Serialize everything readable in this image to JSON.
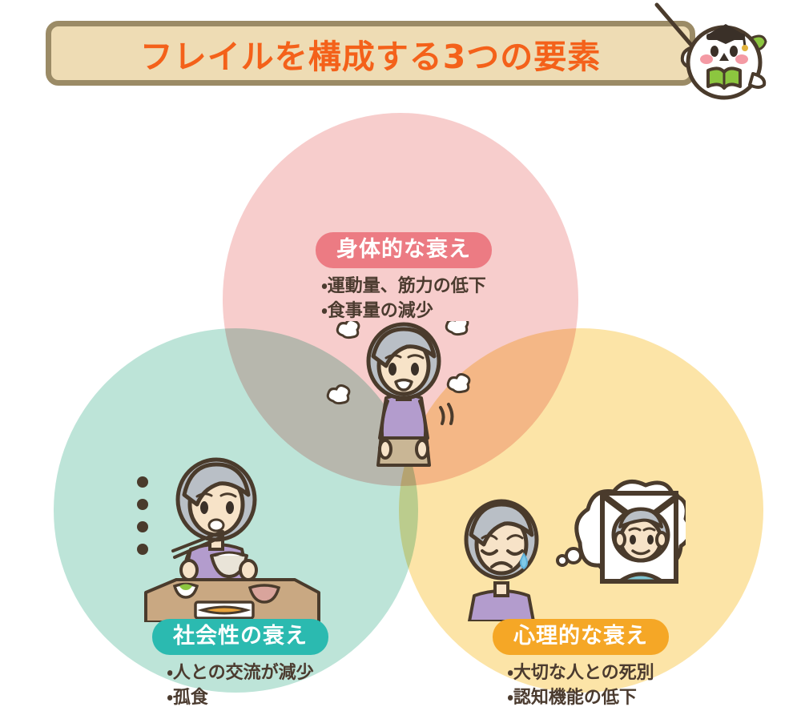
{
  "header": {
    "title": "フレイルを構成する3つの要素",
    "title_color": "#f4611a",
    "bar_fill": "#eedcb4",
    "bar_border": "#9b8b66",
    "mascot": "owl-professor-mascot"
  },
  "diagram": {
    "type": "venn-3-circle",
    "groups": [
      {
        "id": "physical",
        "badge": "身体的な衰え",
        "badge_color": "#ec7b83",
        "circle_color": "#f7cdcc",
        "bullets": [
          "・運動量、筋力の低下",
          "・食事量の減少"
        ],
        "illustration": "elderly-woman-fatigued"
      },
      {
        "id": "social",
        "badge": "社会性の衰え",
        "badge_color": "#2bbab0",
        "circle_color": "#bde4d8",
        "bullets": [
          "・人との交流が減少",
          "・孤食"
        ],
        "illustration": "elderly-woman-eating-alone"
      },
      {
        "id": "psychological",
        "badge": "心理的な衰え",
        "badge_color": "#f5a726",
        "circle_color": "#fce4a7",
        "bullets": [
          "・大切な人との死別",
          "・認知機能の低下"
        ],
        "illustration": "elderly-woman-crying-memorial-portrait"
      }
    ]
  },
  "palette": {
    "text_dark": "#4b3b2f",
    "outline": "#4a3b2c",
    "skin": "#f7e3c8",
    "hair": "#b9bfc6",
    "clothing_purple": "#b39ccd",
    "background": "#ffffff"
  }
}
